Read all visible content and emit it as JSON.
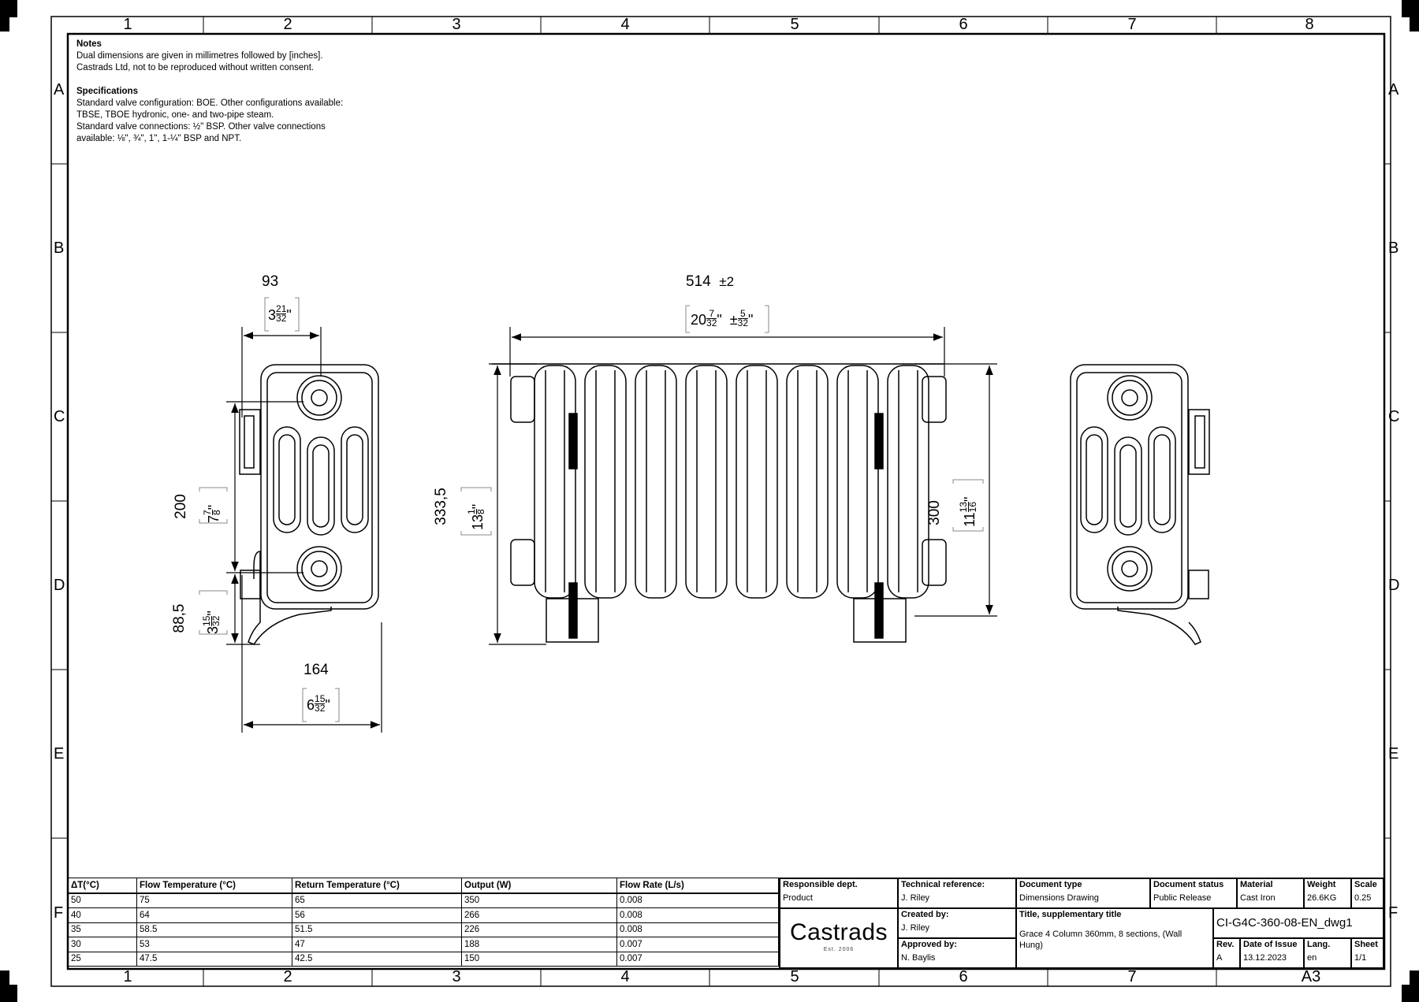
{
  "zones": {
    "columns": [
      "1",
      "2",
      "3",
      "4",
      "5",
      "6",
      "7",
      "8"
    ],
    "rows": [
      "A",
      "B",
      "C",
      "D",
      "E",
      "F"
    ],
    "bottom_right_label": "A3"
  },
  "notes": {
    "heading": "Notes",
    "line1": "Dual dimensions are given in millimetres followed by [inches].",
    "line2": "Castrads Ltd, not to be reproduced without written consent.",
    "spec_heading": "Specifications",
    "spec1": "Standard valve configuration: BOE. Other configurations available:",
    "spec2": "TBSE, TBOE hydronic, one- and two-pipe steam.",
    "spec3": "Standard valve connections: ½\" BSP. Other valve connections",
    "spec4": "available: ⅛\", ¾\", 1\", 1-¼\" BSP and NPT."
  },
  "dimensions": {
    "side_top_mm": "93",
    "side_top_in_whole": "3",
    "side_top_in_num": "21",
    "side_top_in_den": "32",
    "side_bottom_mm": "164",
    "side_bottom_in_whole": "6",
    "side_bottom_in_num": "15",
    "side_bottom_in_den": "32",
    "side_200_mm": "200",
    "side_200_in_whole": "7",
    "side_200_in_num": "7",
    "side_200_in_den": "8",
    "side_885_mm": "88,5",
    "side_885_in_whole": "3",
    "side_885_in_num": "15",
    "side_885_in_den": "32",
    "front_width_mm": "514",
    "front_width_tol": "±2",
    "front_width_in_whole": "20",
    "front_width_in_num": "7",
    "front_width_in_den": "32",
    "front_width_tol_in_num": "5",
    "front_width_tol_in_den": "32",
    "front_height_mm": "333,5",
    "front_height_in_whole": "13",
    "front_height_in_num": "1",
    "front_height_in_den": "8",
    "front_centre_mm": "300",
    "front_centre_in_whole": "11",
    "front_centre_in_num": "13",
    "front_centre_in_den": "16"
  },
  "performance": {
    "headers": [
      "ΔT(°C)",
      "Flow Temperature (°C)",
      "Return Temperature (°C)",
      "Output (W)",
      "Flow Rate (L/s)"
    ],
    "rows": [
      [
        "50",
        "75",
        "65",
        "350",
        "0.008"
      ],
      [
        "40",
        "64",
        "56",
        "266",
        "0.008"
      ],
      [
        "35",
        "58.5",
        "51.5",
        "226",
        "0.008"
      ],
      [
        "30",
        "53",
        "47",
        "188",
        "0.007"
      ],
      [
        "25",
        "47.5",
        "42.5",
        "150",
        "0.007"
      ]
    ]
  },
  "title_block": {
    "responsible_dept_label": "Responsible dept.",
    "responsible_dept": "Product",
    "tech_ref_label": "Technical reference:",
    "tech_ref": "J. Riley",
    "doc_type_label": "Document type",
    "doc_type": "Dimensions Drawing",
    "doc_status_label": "Document status",
    "doc_status": "Public Release",
    "material_label": "Material",
    "material": "Cast Iron",
    "weight_label": "Weight",
    "weight": "26.6KG",
    "scale_label": "Scale",
    "scale": "0.25",
    "logo_text": "Castrads",
    "logo_sub": "Est. 2006",
    "created_label": "Created by:",
    "created": "J. Riley",
    "approved_label": "Approved by:",
    "approved": "N. Baylis",
    "title_label": "Title, supplementary title",
    "title": "Grace 4 Column 360mm, 8 sections, (Wall Hung)",
    "doc_number": "CI-G4C-360-08-EN_dwg1",
    "rev_label": "Rev.",
    "rev": "A",
    "date_label": "Date of Issue",
    "date": "13.12.2023",
    "lang_label": "Lang.",
    "lang": "en",
    "sheet_label": "Sheet",
    "sheet": "1/1"
  }
}
